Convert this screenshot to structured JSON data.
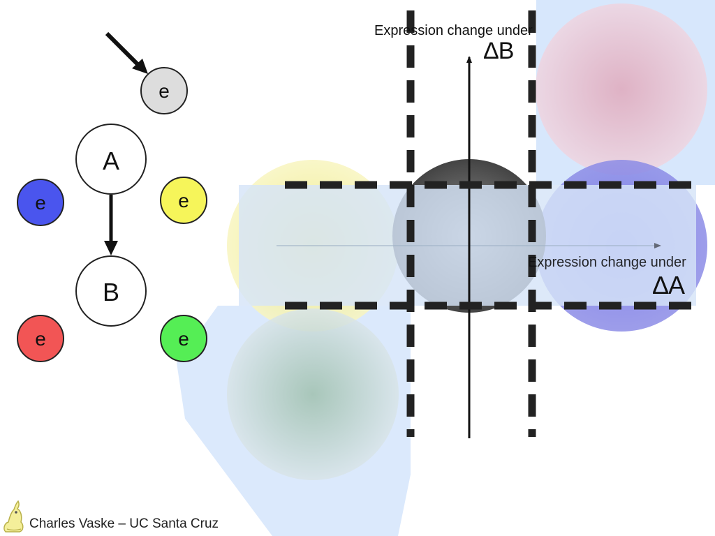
{
  "network": {
    "node_a_label": "A",
    "node_b_label": "B",
    "error_label": "e",
    "error_colors": {
      "input": "#dddddd",
      "a_left": "#4a55ee",
      "a_right": "#f6f55a",
      "b_left": "#f25555",
      "b_right": "#55ee55"
    }
  },
  "axes": {
    "y_title": "Expression change under",
    "y_symbol": "∆B",
    "x_title": "Expression change under",
    "x_symbol": "∆A"
  },
  "cluster_colors": {
    "top_right": "#e7a6b6",
    "center": "#555555",
    "left": "#eeec7a",
    "right": "#7777e6",
    "bottom_left": "#8eb6a2"
  },
  "highlight_color": "#d6e6fb",
  "footer": {
    "credit": "Charles Vaske – UC Santa Cruz"
  }
}
